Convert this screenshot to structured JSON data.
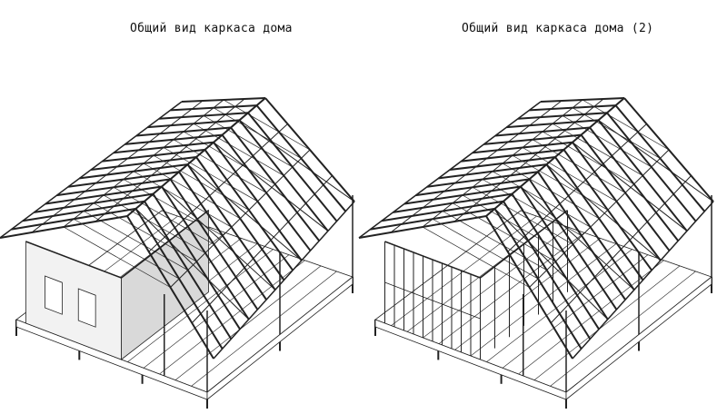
{
  "views": [
    {
      "title": "Общий вид каркаса дома",
      "variant": "sheathed"
    },
    {
      "title": "Общий вид каркаса дома (2)",
      "variant": "open-frame"
    }
  ],
  "colors": {
    "line": "#222222",
    "wall": "#f2f2f2",
    "shade": "#d9d9d9"
  }
}
